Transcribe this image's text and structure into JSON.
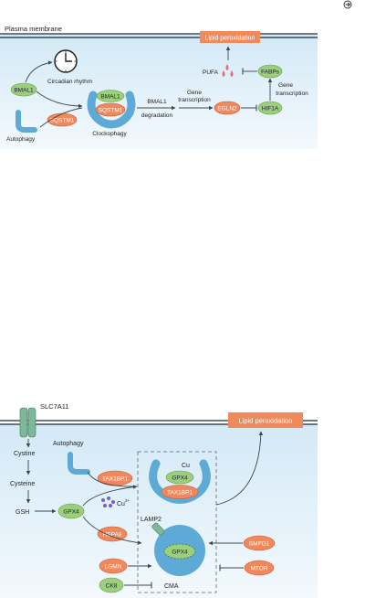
{
  "top_panel": {
    "membrane_label": "Plasma membrane",
    "lipid_peroxidation": "Lipid peroxidation",
    "bmal1": "BMAL1",
    "circadian_rhythm": "Circadian rhythm",
    "autophagy": "Autophagy",
    "sqstm1": "SQSTM1",
    "clock_bmal1": "BMAL1",
    "clock_sqstm1": "SQSTM1",
    "clockophagy": "Clockophagy",
    "bmal1_degradation_1": "BMAL1",
    "bmal1_degradation_2": "degradation",
    "gene_transcription_1a": "Gene",
    "gene_transcription_1b": "transcription",
    "egln2": "EGLN2",
    "hif1a": "HIF1A",
    "gene_transcription_2a": "Gene",
    "gene_transcription_2b": "transcription",
    "fabps": "FABPs",
    "pufa": "PUFA"
  },
  "bottom_panel": {
    "slc7a11": "SLC7A11",
    "lipid_peroxidation": "Lipid peroxidation",
    "cystine": "Cystine",
    "cysteine": "Cysteine",
    "gsh": "GSH",
    "gpx4": "GPX4",
    "autophagy": "Autophagy",
    "tax1bp1": "TAX1BP1",
    "cu_label": "Cu",
    "cu2_label": "Cu",
    "cu2_superscript": "2+",
    "inner_gpx4": "GPX4",
    "inner_tax1bp1": "TAX1BP1",
    "hspa8": "HSPA8",
    "lamp2": "LAMP2",
    "lysosome_gpx4": "GPX4",
    "lgmn": "LGMN",
    "ck8": "CK8",
    "cma": "CMA",
    "smpd1": "SMPD1",
    "mtor": "MTOR"
  },
  "colors": {
    "cytoplasm": "#ddeef8",
    "membrane": "#1c2a33",
    "green_pill": "#9bcf7c",
    "orange_pill": "#f1875a",
    "orange_box": "#f08a5d",
    "blue_shape": "#5eaad6",
    "droplet": "#e46b78",
    "cu_dot": "#7c5cc7"
  }
}
